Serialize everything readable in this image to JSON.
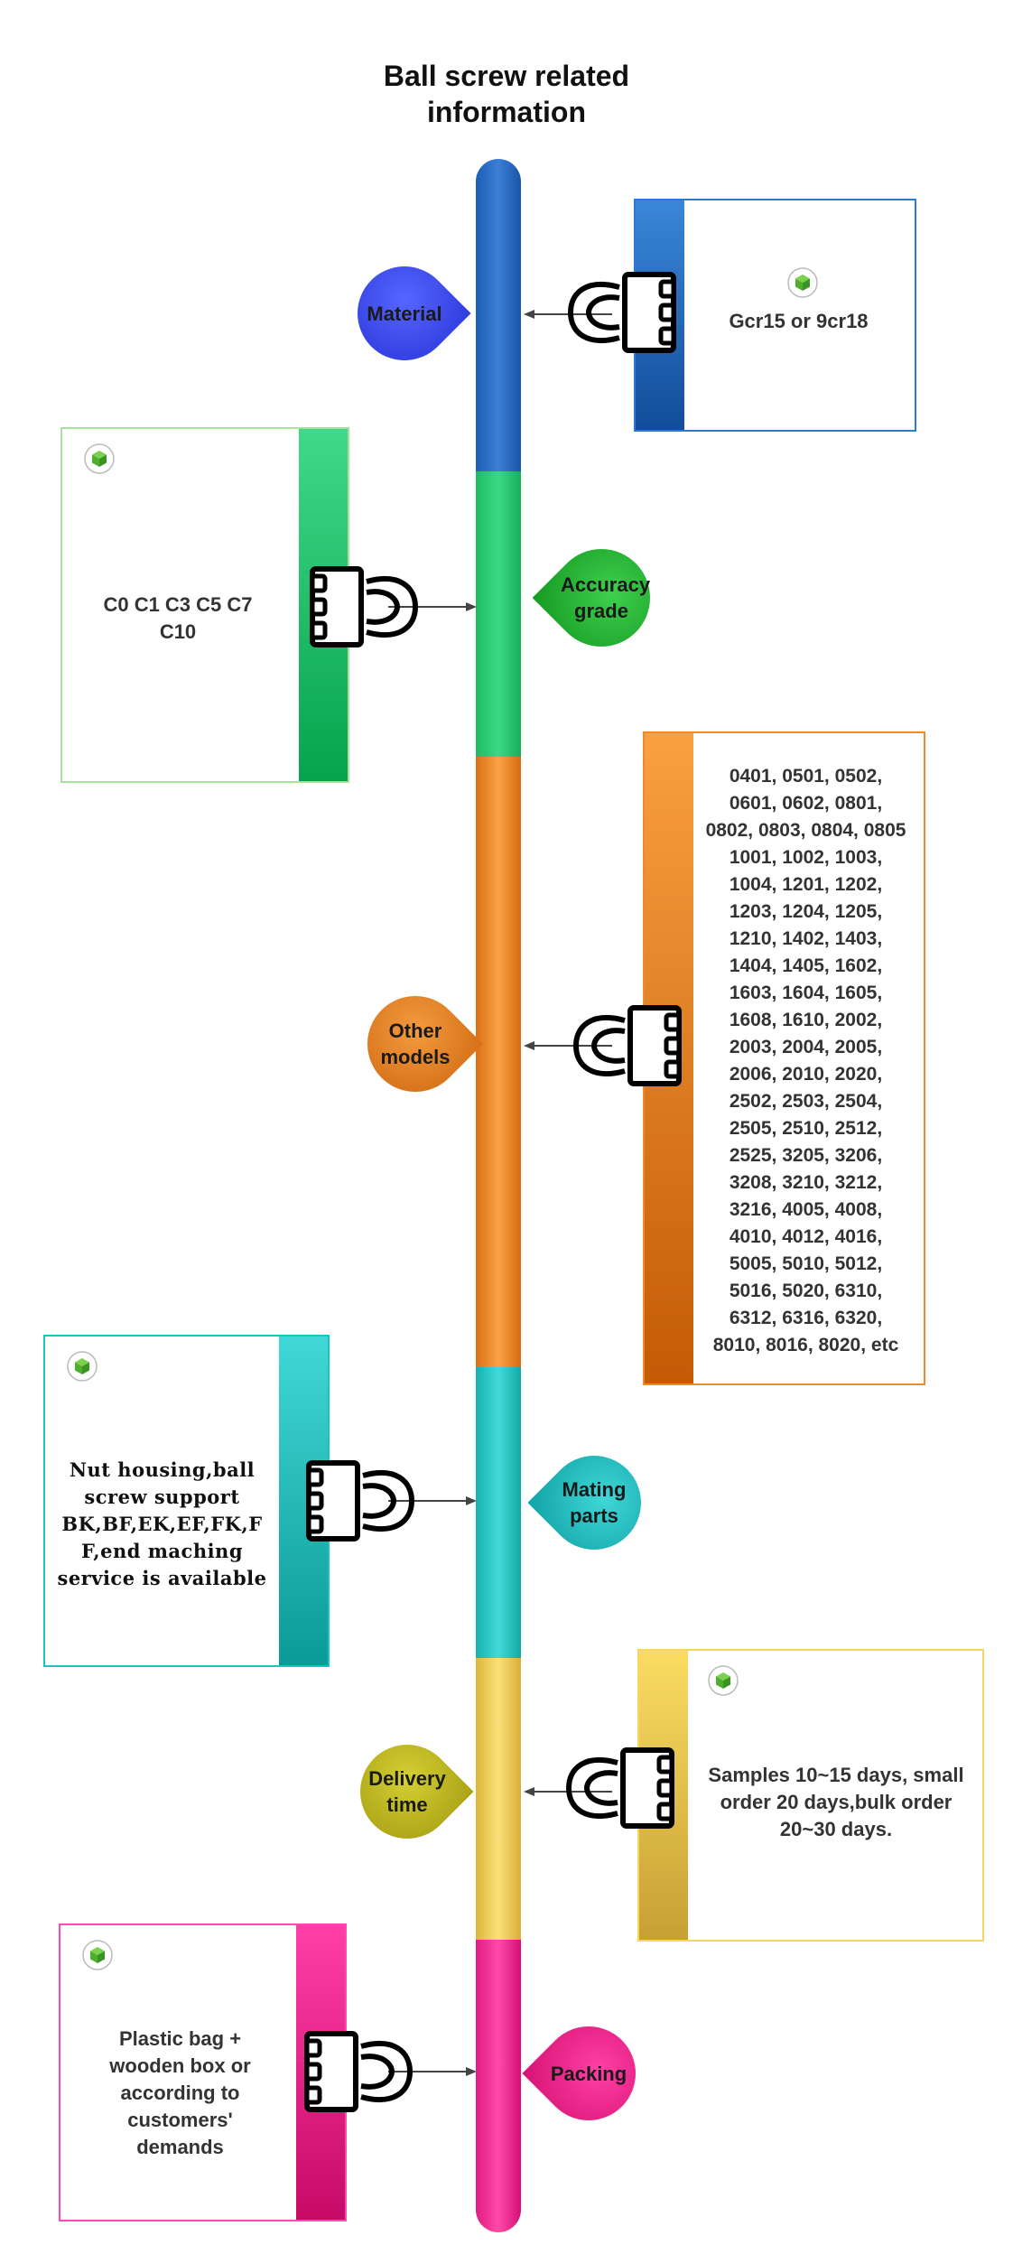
{
  "title": "Ball screw related information",
  "timeline": [
    {
      "id": "material",
      "label": "Material",
      "color_top": "#2f6fc8",
      "color_bottom": "#1a53a6",
      "text": "Gcr15 or 9cr18"
    },
    {
      "id": "accuracy",
      "label": "Accuracy grade",
      "color_top": "#33d07a",
      "color_bottom": "#0aa04a",
      "text": "C0 C1 C3 C5 C7 C10"
    },
    {
      "id": "models",
      "label": "Other models",
      "color_top": "#f39a3a",
      "color_bottom": "#cf5f0a",
      "text": "0401, 0501, 0502, 0601, 0602, 0801, 0802, 0803, 0804, 0805 1001, 1002, 1003, 1004, 1201, 1202, 1203, 1204, 1205, 1210, 1402, 1403, 1404, 1405, 1602, 1603, 1604, 1605, 1608, 1610, 2002, 2003, 2004, 2005, 2006, 2010, 2020, 2502, 2503, 2504, 2505, 2510, 2512, 2525, 3205, 3206, 3208, 3210, 3212, 3216, 4005, 4008, 4010, 4012, 4016, 5005, 5010, 5012, 5016, 5020, 6310, 6312, 6316, 6320, 8010, 8016, 8020, etc"
    },
    {
      "id": "mating",
      "label": "Mating parts",
      "color_top": "#3bd5d3",
      "color_bottom": "#0e9f9b",
      "text": "Nut housing,ball screw support BK,BF,EK,EF,FK,F F,end maching service is available"
    },
    {
      "id": "delivery",
      "label": "Delivery time",
      "color_top": "#f7d860",
      "color_bottom": "#d2a72f",
      "text": "Samples 10~15 days, small order 20 days,bulk order 20~30 days."
    },
    {
      "id": "packing",
      "label": "Packing",
      "color_top": "#ff3da0",
      "color_bottom": "#cc0a68",
      "text": "Plastic bag + wooden box or according to customers' demands"
    }
  ],
  "icons": {
    "card_icon": "cube-icon",
    "clip_icon": "binder-clip-icon",
    "connector": "arrow-left-icon"
  }
}
